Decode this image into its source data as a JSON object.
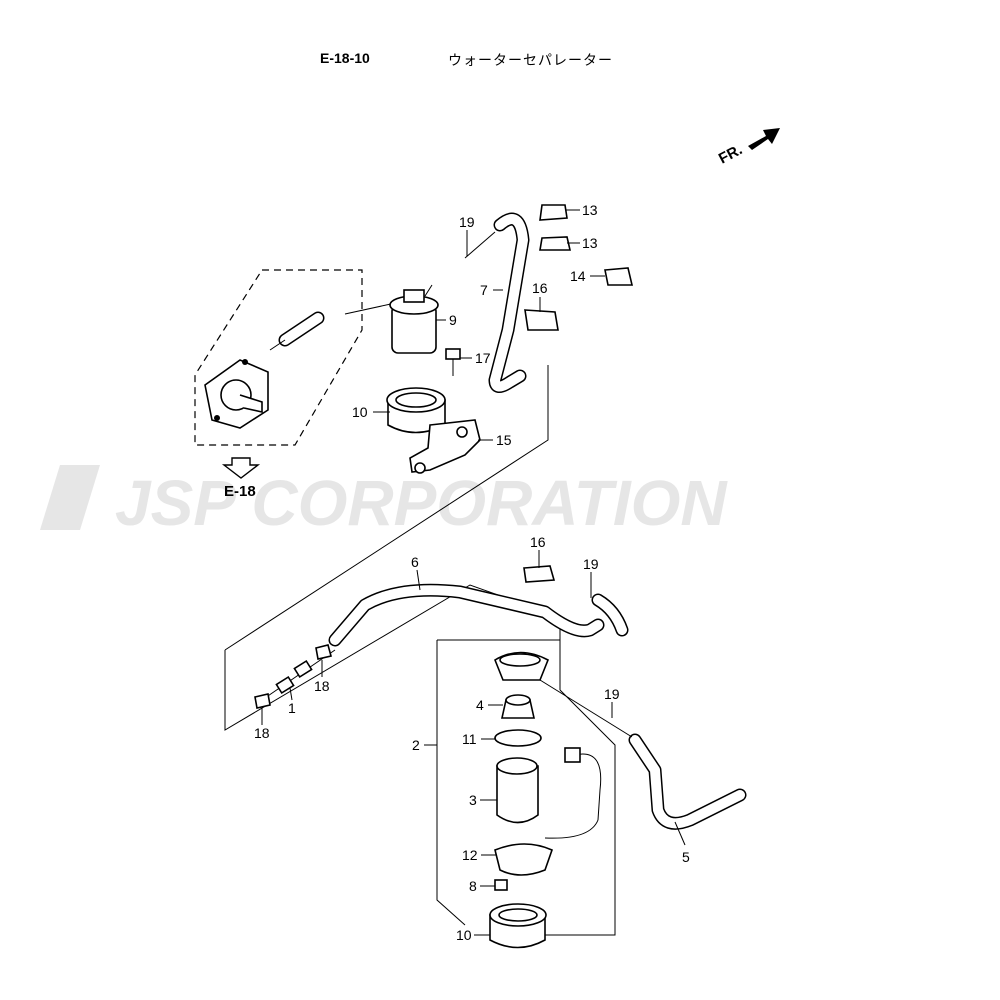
{
  "header": {
    "code": "E-18-10",
    "title": "ウォーターセパレーター"
  },
  "direction": {
    "label": "FR."
  },
  "reference": {
    "label": "E-18"
  },
  "watermark": {
    "text": "JSP CORPORATION"
  },
  "callouts": {
    "c13a": "13",
    "c13b": "13",
    "c14": "14",
    "c19a": "19",
    "c7": "7",
    "c16a": "16",
    "c9": "9",
    "c17": "17",
    "c10a": "10",
    "c15": "15",
    "c6": "6",
    "c16b": "16",
    "c19b": "19",
    "c18a": "18",
    "c1": "1",
    "c18b": "18",
    "c19c": "19",
    "c4": "4",
    "c2": "2",
    "c11": "11",
    "c3": "3",
    "c12": "12",
    "c8": "8",
    "c10b": "10",
    "c5": "5"
  }
}
